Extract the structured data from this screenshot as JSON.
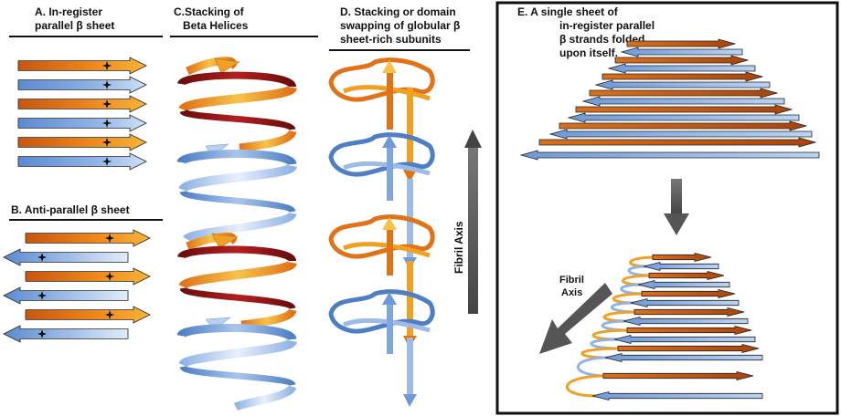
{
  "panels": {
    "a": {
      "title_line1": "A. In-register",
      "title_line2": "parallel β sheet"
    },
    "b": {
      "title": "B. Anti-parallel β sheet"
    },
    "c": {
      "title_line1": "C.Stacking of",
      "title_line2": "Beta Helices"
    },
    "d": {
      "title_line1": "D. Stacking or domain",
      "title_line2": "swapping of globular β",
      "title_line3": "sheet-rich subunits"
    },
    "e": {
      "title_line1": "E. A single sheet of",
      "title_line2": "in-register parallel",
      "title_line3": "β strands folded",
      "title_line4": "upon itself."
    }
  },
  "axis_labels": {
    "fibril_axis_vertical": "Fibril Axis",
    "fibril_axis_diag_line1": "Fibril",
    "fibril_axis_diag_line2": "Axis"
  },
  "colors": {
    "orange_dark": "#c8550f",
    "orange_mid": "#f08a1c",
    "orange_light": "#f7c24a",
    "blue_dark": "#4e7fc4",
    "blue_mid": "#7ea7df",
    "blue_light": "#d8e6f7",
    "red_dark": "#8b1010",
    "grey_arrow": "#555555"
  }
}
